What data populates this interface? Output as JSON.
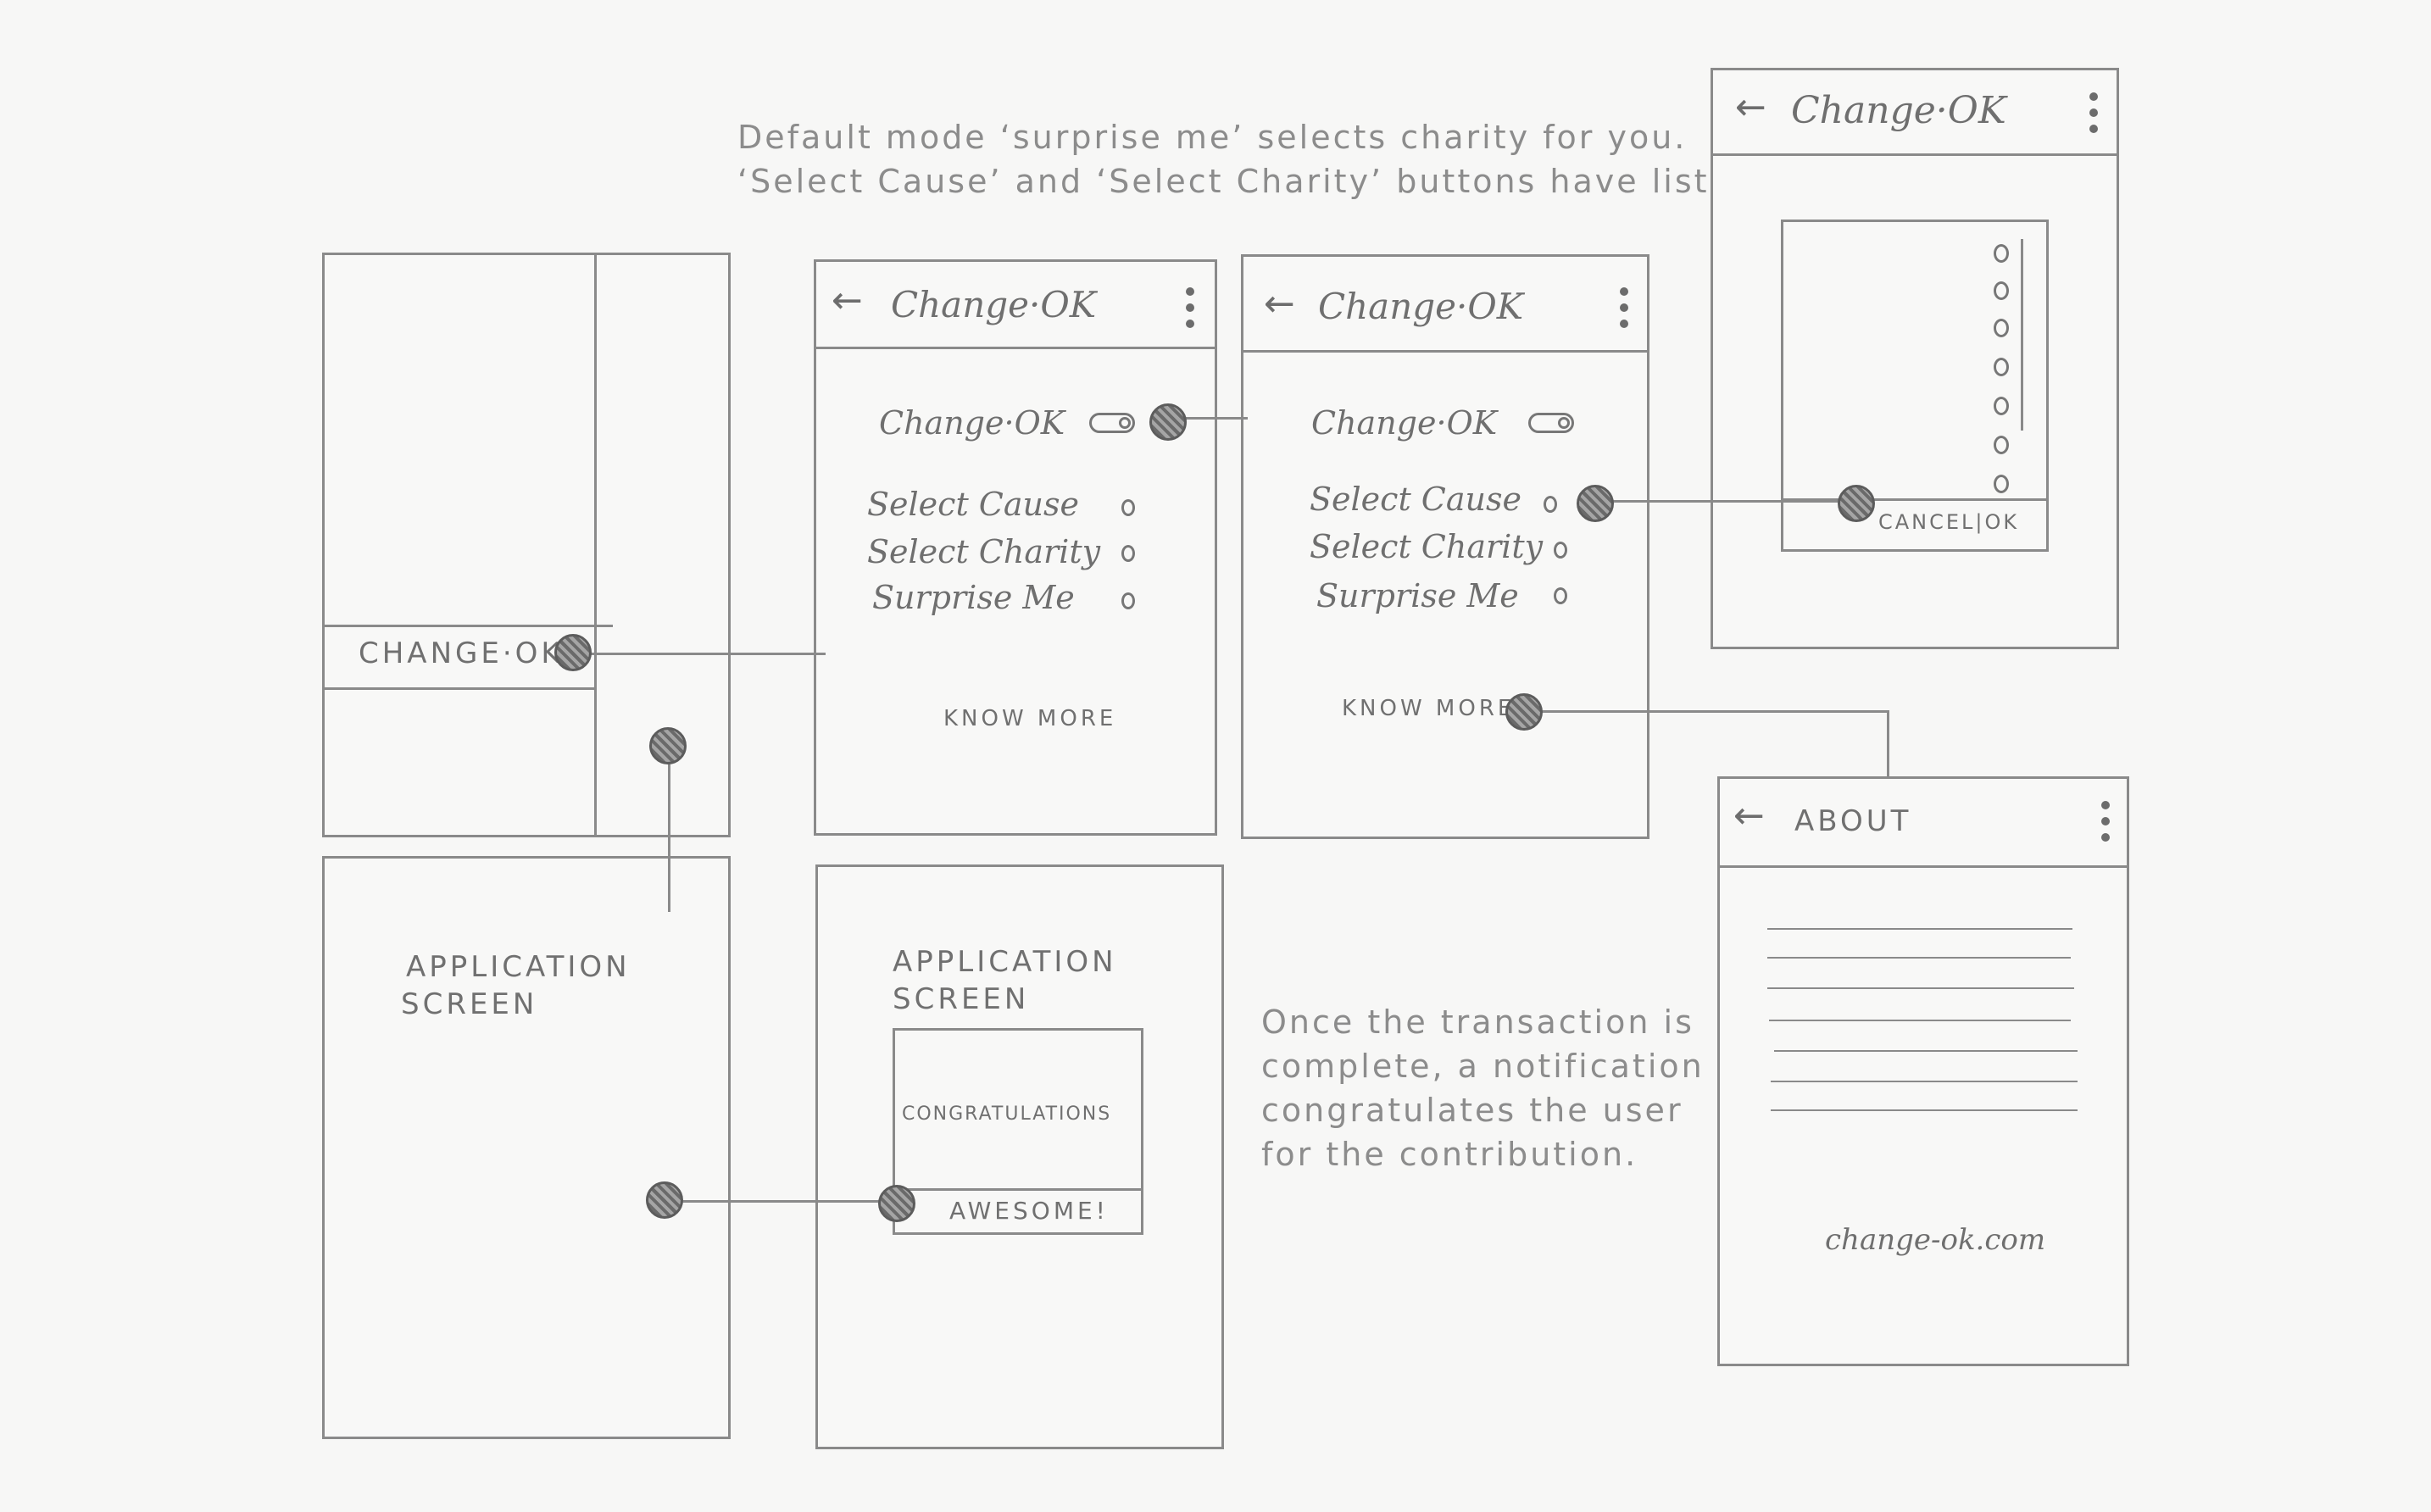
{
  "notes": {
    "top_line1": "Default mode ‘surprise me’ selects charity for you.",
    "top_line2": "‘Select Cause’ and ‘Select Charity’ buttons have lists.",
    "bottom_line1": "Once the transaction is",
    "bottom_line2": "complete, a notification",
    "bottom_line3": "congratulates the user",
    "bottom_line4": "for the contribution."
  },
  "screen_home": {
    "menu_label": "CHANGE·OK"
  },
  "screen_settings": {
    "title": "Change·OK",
    "toggle_label": "Change·OK",
    "select_cause": "Select Cause",
    "select_charity": "Select Charity",
    "surprise_me": "Surprise Me",
    "know_more": "KNOW MORE"
  },
  "screen_list": {
    "title": "Change·OK",
    "cancel_ok": "CANCEL|OK"
  },
  "screen_about": {
    "title": "ABOUT",
    "url": "change-ok.com"
  },
  "screen_app": {
    "line1": "APPLICATION",
    "line2": "SCREEN"
  },
  "screen_notify": {
    "line1": "APPLICATION",
    "line2": "SCREEN",
    "message": "CONGRATULATIONS",
    "button": "AWESOME!"
  },
  "icons": [
    "back-arrow-icon",
    "more-vert-icon",
    "toggle-icon",
    "radio-icon",
    "tap-indicator-icon"
  ]
}
